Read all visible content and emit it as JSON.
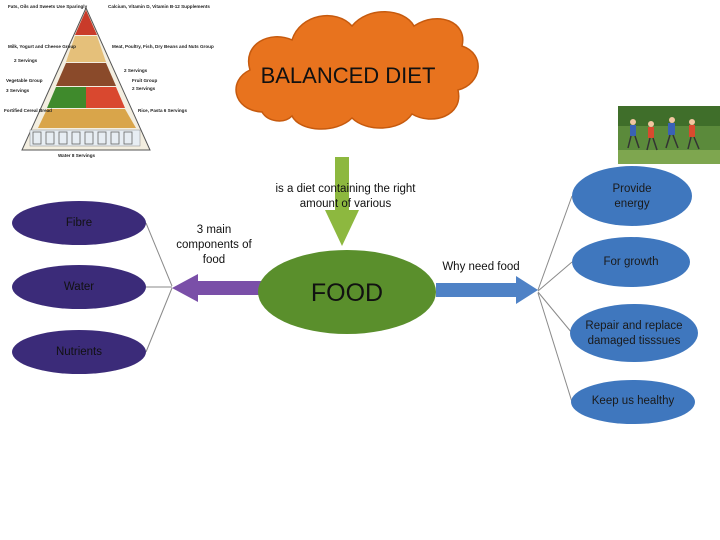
{
  "diagram": {
    "title": "BALANCED DIET",
    "definition": "is a diet containing the right amount of various",
    "center": "FOOD",
    "components_label": "3 main components of food",
    "why_label": "Why need food",
    "components": [
      "Fibre",
      "Water",
      "Nutrients"
    ],
    "reasons": [
      "Provide energy",
      "For growth",
      "Repair and replace damaged tisssues",
      "Keep us healthy"
    ]
  },
  "pyramid": {
    "labels": [
      "Fats, Oils and Sweets Use Sparingly",
      "Calcium, Vitamin D, Vitamin B-12 Supplements",
      "Milk, Yogurt and Cheese Group",
      "2 Servings",
      "Meat, Poultry, Fish, Dry Beans and Nuts Group",
      "2 Servings",
      "Vegetable Group",
      "3 Servings",
      "Fruit Group",
      "2 Servings",
      "Fortified Cereal Bread",
      "Rice, Pasta 6 Servings",
      "Water 8 Servings"
    ]
  },
  "colors": {
    "cloud": "#E8731E",
    "cloud_stroke": "#C65A0E",
    "center_oval": "#5A8F2C",
    "component_oval": "#3B2B79",
    "reason_oval": "#3F77BE",
    "arrow_green": "#8DB83F",
    "arrow_blue": "#4F82C6",
    "arrow_purple": "#7A4FA8"
  },
  "icons": [
    "food-pyramid-image",
    "children-playing-photo"
  ]
}
